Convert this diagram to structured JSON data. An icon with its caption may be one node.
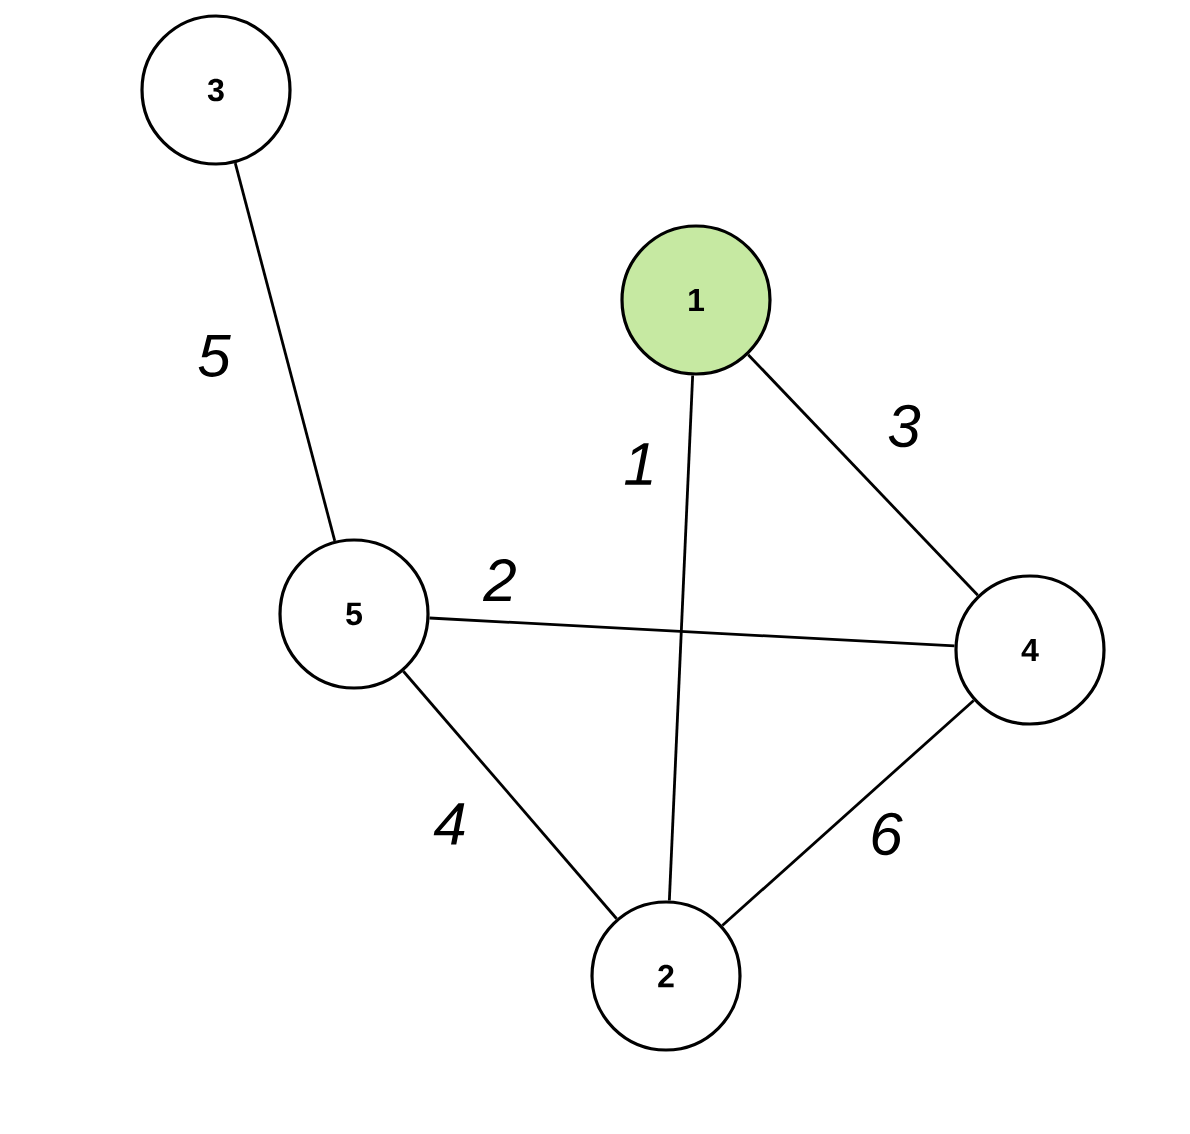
{
  "diagram": {
    "nodes": [
      {
        "text": [
          "3"
        ]
      },
      {
        "text": [
          "1"
        ]
      },
      {
        "text": [
          "5"
        ]
      },
      {
        "text": [
          "4"
        ]
      },
      {
        "text": [
          "2"
        ]
      }
    ],
    "edges": [
      {
        "from": 0,
        "to": 2,
        "arrow": "none",
        "label": "5"
      },
      {
        "from": 1,
        "to": 4,
        "arrow": "none",
        "label": "1"
      },
      {
        "from": 1,
        "to": 3,
        "arrow": "none",
        "label": "3"
      },
      {
        "from": 2,
        "to": 3,
        "arrow": "none",
        "label": "2"
      },
      {
        "from": 2,
        "to": 4,
        "arrow": "none",
        "label": "4"
      },
      {
        "from": 3,
        "to": 4,
        "arrow": "none",
        "label": "6"
      }
    ]
  }
}
